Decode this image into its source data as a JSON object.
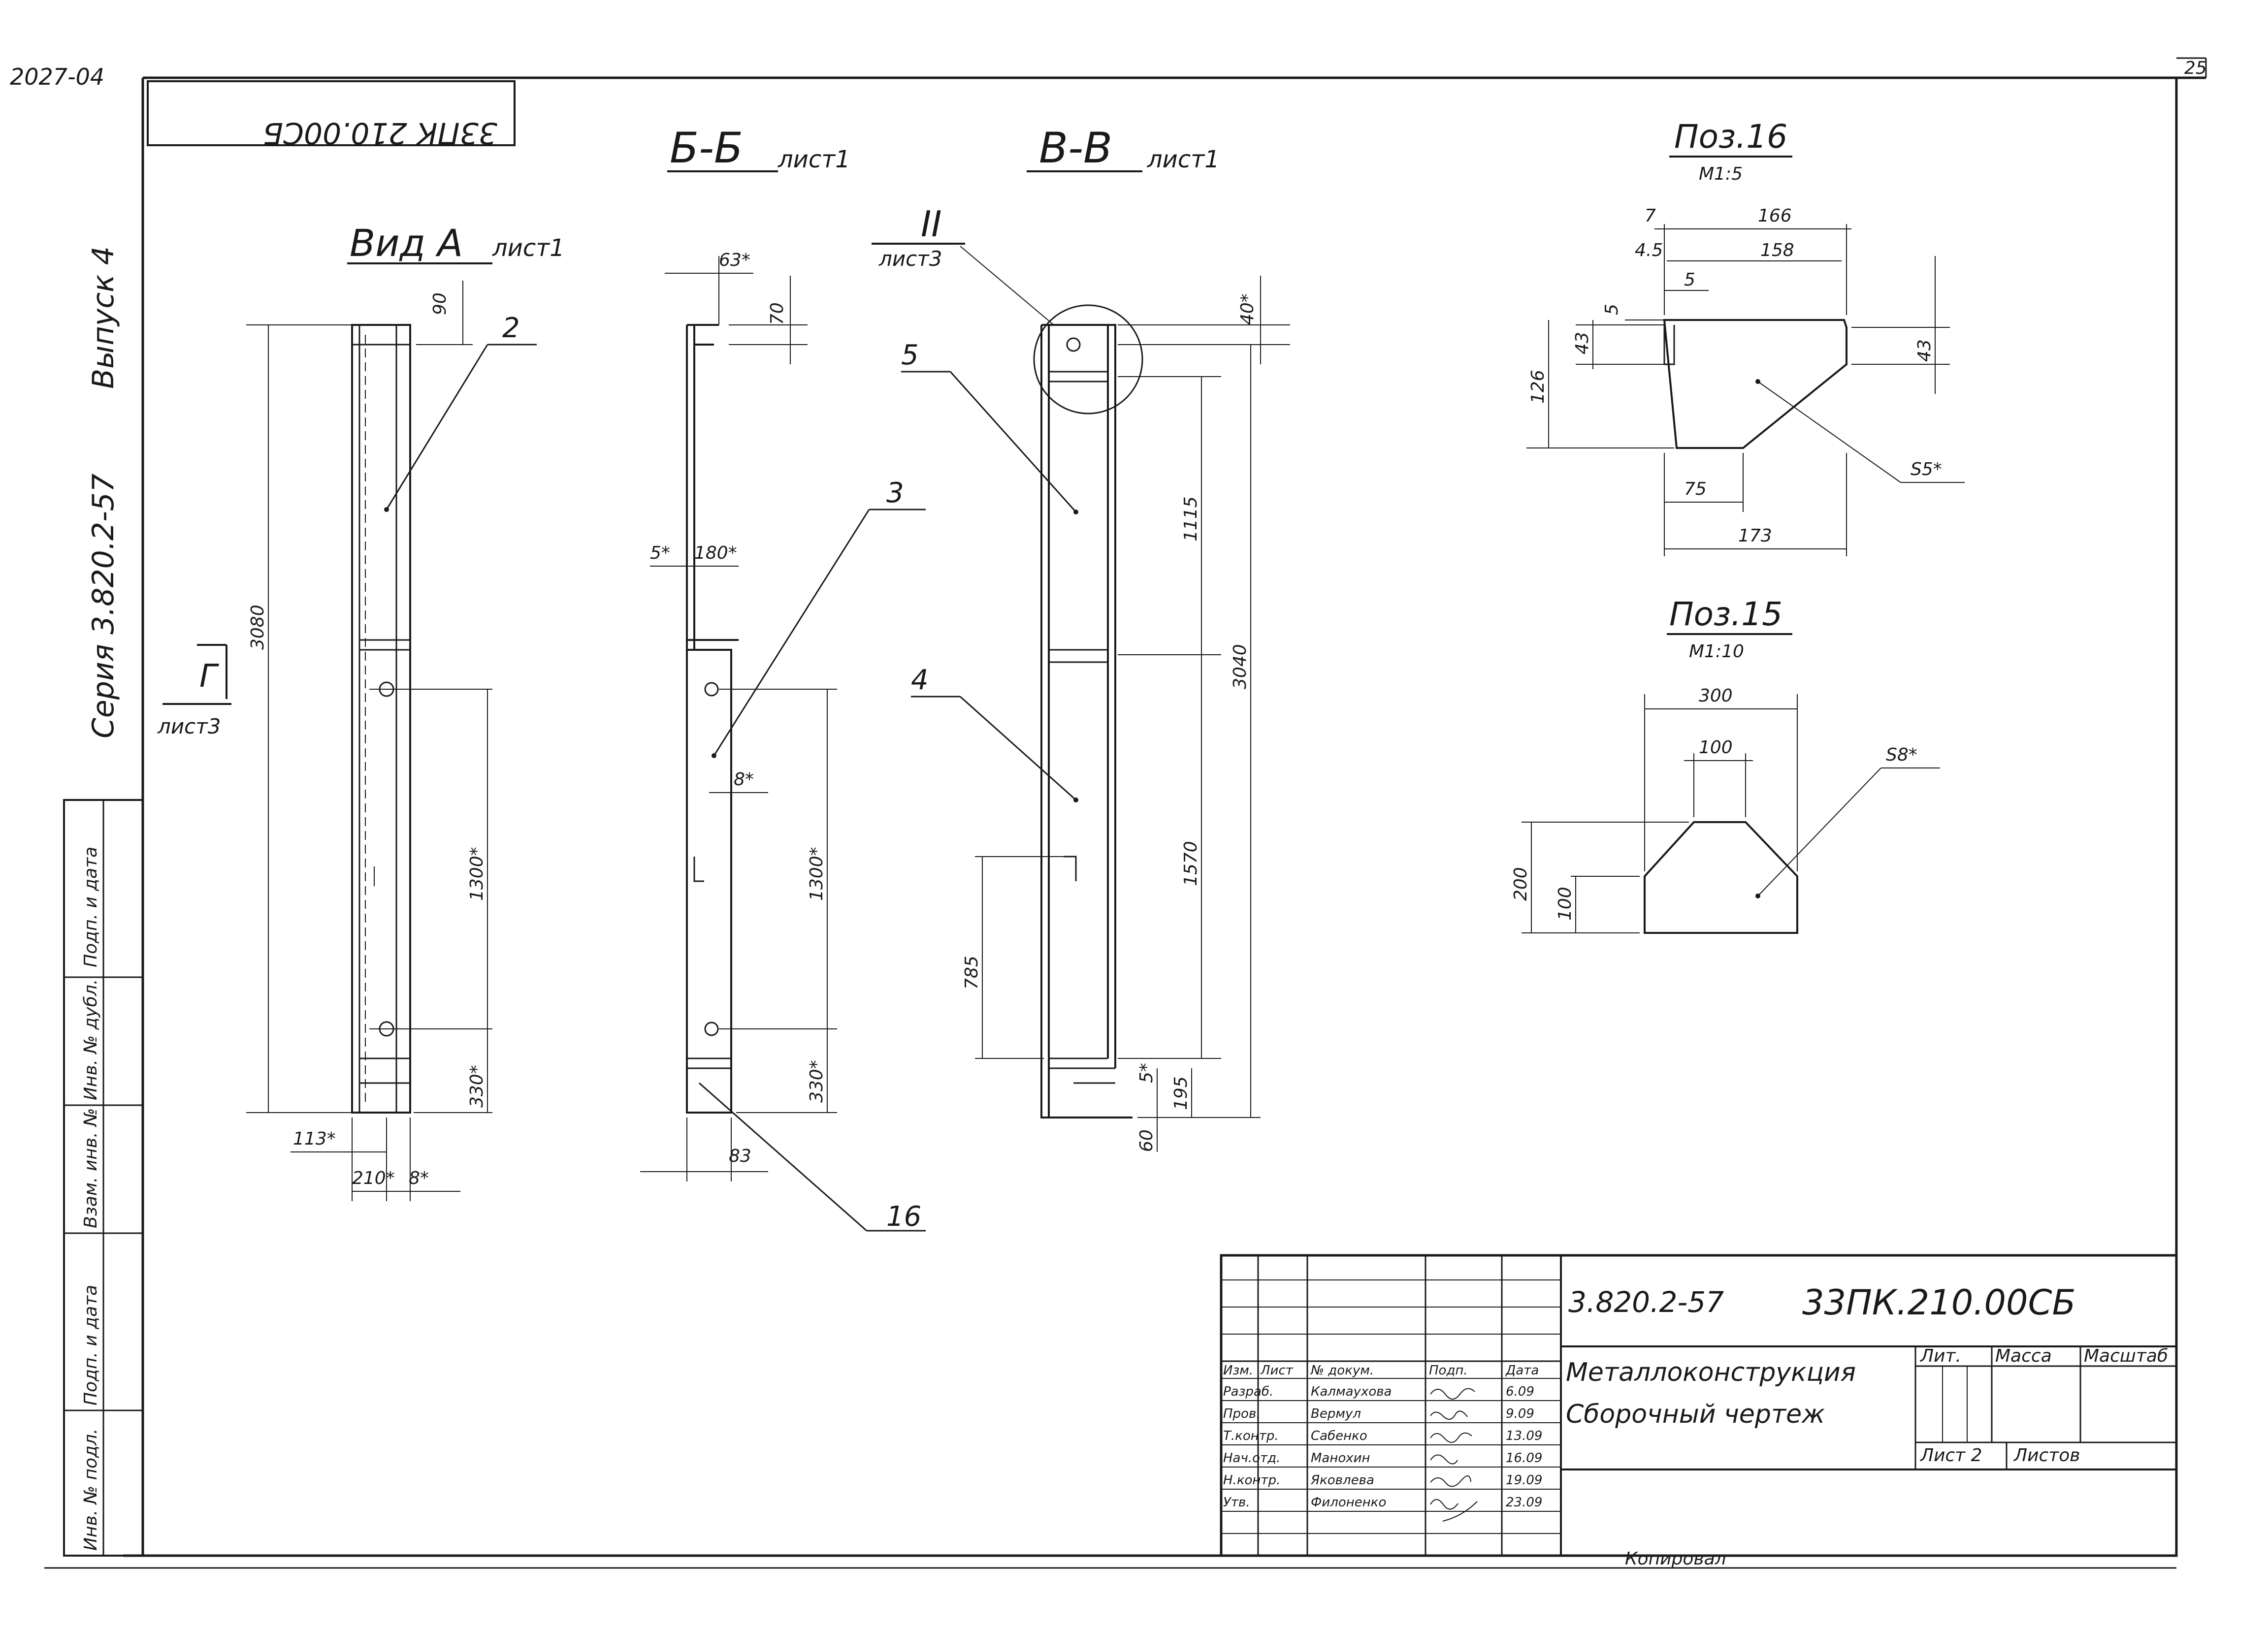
{
  "sheet_header": {
    "archive_number": "2027-04",
    "page_number": "25",
    "mirrored_code": "33ПК 210.00СБ",
    "series": "Серия 3.820.2-57",
    "issue": "Выпуск 4"
  },
  "side_stamp": {
    "cells": [
      "Подп. и дата",
      "Инв. № дубл.",
      "Взам. инв. №",
      "Подп. и дата",
      "Инв. № подл."
    ]
  },
  "views": {
    "view_a": {
      "title": "Вид А",
      "sheet_ref": "лист1",
      "section_mark": "Г",
      "section_mark_ref": "лист3",
      "dims": [
        "90",
        "3080",
        "1300*",
        "330*",
        "113*",
        "210*",
        "8*"
      ],
      "leader": "2"
    },
    "section_bb": {
      "title": "Б-Б",
      "sheet_ref": "лист1",
      "dims": [
        "63*",
        "70",
        "5*",
        "180*",
        "8*",
        "1300*",
        "330*",
        "83"
      ],
      "leaders": [
        "3",
        "16"
      ]
    },
    "section_vv": {
      "title": "В-В",
      "sheet_ref": "лист1",
      "node_mark": "II",
      "node_ref": "лист3",
      "dims": [
        "40*",
        "1115",
        "3040",
        "1570",
        "785",
        "5*",
        "195",
        "60"
      ],
      "leaders": [
        "5",
        "4"
      ]
    },
    "pos16": {
      "title": "Поз.16",
      "scale": "М1:5",
      "dims": [
        "7",
        "166",
        "4.5",
        "158",
        "5",
        "5",
        "43",
        "126",
        "43",
        "75",
        "173"
      ],
      "thickness": "S5*"
    },
    "pos15": {
      "title": "Поз.15",
      "scale": "М1:10",
      "dims": [
        "300",
        "100",
        "200",
        "100"
      ],
      "thickness": "S8*"
    }
  },
  "title_block": {
    "series_code": "3.820.2-57",
    "doc_code": "33ПК.210.00СБ",
    "name_line1": "Металлоконструкция",
    "name_line2": "Сборочный чертеж",
    "headers": [
      "Изм.",
      "Лист",
      "№ докум.",
      "Подп.",
      "Дата"
    ],
    "lit_label": "Лит.",
    "mass_label": "Масса",
    "scale_label": "Масштаб",
    "sheet_label": "Лист 2",
    "sheets_label": "Листов",
    "rows": [
      {
        "role": "Разраб.",
        "name": "Калмаухова",
        "date": "6.09"
      },
      {
        "role": "Пров.",
        "name": "Вермул",
        "date": "9.09"
      },
      {
        "role": "Т.контр.",
        "name": "Сабенко",
        "date": "13.09"
      },
      {
        "role": "Нач.отд.",
        "name": "Манохин",
        "date": "16.09"
      },
      {
        "role": "Н.контр.",
        "name": "Яковлева",
        "date": "19.09"
      },
      {
        "role": "Утв.",
        "name": "Филоненко",
        "date": "23.09"
      }
    ]
  },
  "footer": {
    "copy_note": "Копировал"
  }
}
